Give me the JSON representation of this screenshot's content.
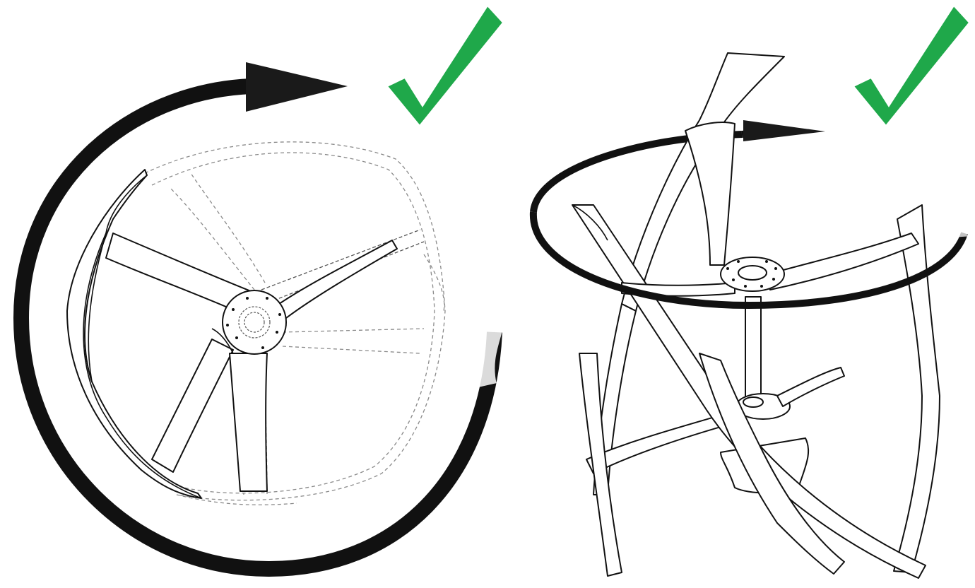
{
  "figure": {
    "panels": [
      {
        "id": "top-view",
        "rotation_direction": "clockwise",
        "indicator": "check-mark-icon",
        "indicator_color": "#1fa84a"
      },
      {
        "id": "perspective-view",
        "rotation_direction": "clockwise",
        "indicator": "check-mark-icon",
        "indicator_color": "#1fa84a"
      }
    ],
    "colors": {
      "line": "#111111",
      "dashed": "#8a8a8a",
      "arrow": "#111111",
      "check": "#1fa84a",
      "background": "#ffffff"
    },
    "icons": [
      "rotation-arrow-icon",
      "check-mark-icon",
      "wind-turbine-icon"
    ]
  }
}
